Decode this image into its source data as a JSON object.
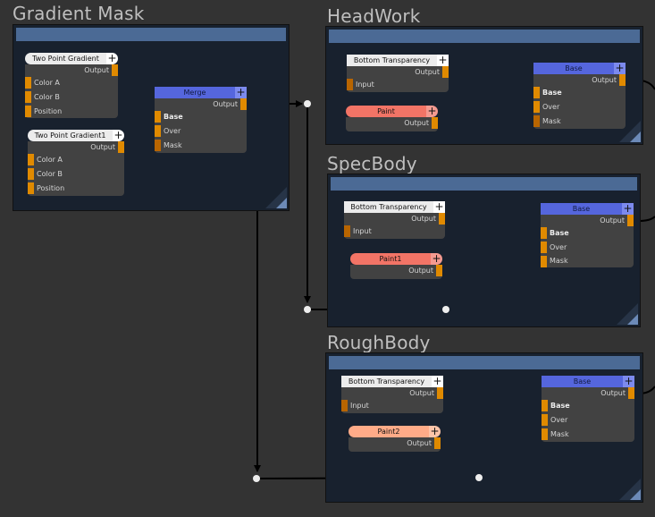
{
  "frames": [
    {
      "title": "Gradient Mask",
      "nodes": [
        {
          "title": "Two Point Gradient",
          "plus": "+",
          "output": "Output",
          "inputs": [
            "Color A",
            "Color B",
            "Position"
          ]
        },
        {
          "title": "Two Point Gradient1",
          "plus": "+",
          "output": "Output",
          "inputs": [
            "Color A",
            "Color B",
            "Position"
          ]
        },
        {
          "title": "Merge",
          "plus": "+",
          "output": "Output",
          "inputs": [
            "Base",
            "Over",
            "Mask"
          ]
        }
      ]
    },
    {
      "title": "HeadWork",
      "nodes": [
        {
          "title": "Bottom Transparency",
          "plus": "+",
          "output": "Output",
          "inputs": [
            "Input"
          ]
        },
        {
          "title": "Paint",
          "plus": "+",
          "output": "Output",
          "inputs": []
        },
        {
          "title": "Base",
          "plus": "+",
          "output": "Output",
          "inputs": [
            "Base",
            "Over",
            "Mask"
          ]
        }
      ]
    },
    {
      "title": "SpecBody",
      "nodes": [
        {
          "title": "Bottom Transparency",
          "plus": "+",
          "output": "Output",
          "inputs": [
            "Input"
          ]
        },
        {
          "title": "Paint1",
          "plus": "+",
          "output": "Output",
          "inputs": []
        },
        {
          "title": "Base",
          "plus": "+",
          "output": "Output",
          "inputs": [
            "Base",
            "Over",
            "Mask"
          ]
        }
      ]
    },
    {
      "title": "RoughBody",
      "nodes": [
        {
          "title": "Bottom Transparency",
          "plus": "+",
          "output": "Output",
          "inputs": [
            "Input"
          ]
        },
        {
          "title": "Paint2",
          "plus": "+",
          "output": "Output",
          "inputs": []
        },
        {
          "title": "Base",
          "plus": "+",
          "output": "Output",
          "inputs": [
            "Base",
            "Over",
            "Mask"
          ]
        }
      ]
    }
  ],
  "colors": {
    "background": "#333333",
    "frame": "#18212e",
    "frame_bar": "#4b6a95",
    "port": "#e08a00",
    "merge_header": "#5566dd",
    "paint_header": "#f27466",
    "paint2_header": "#ffab88"
  }
}
